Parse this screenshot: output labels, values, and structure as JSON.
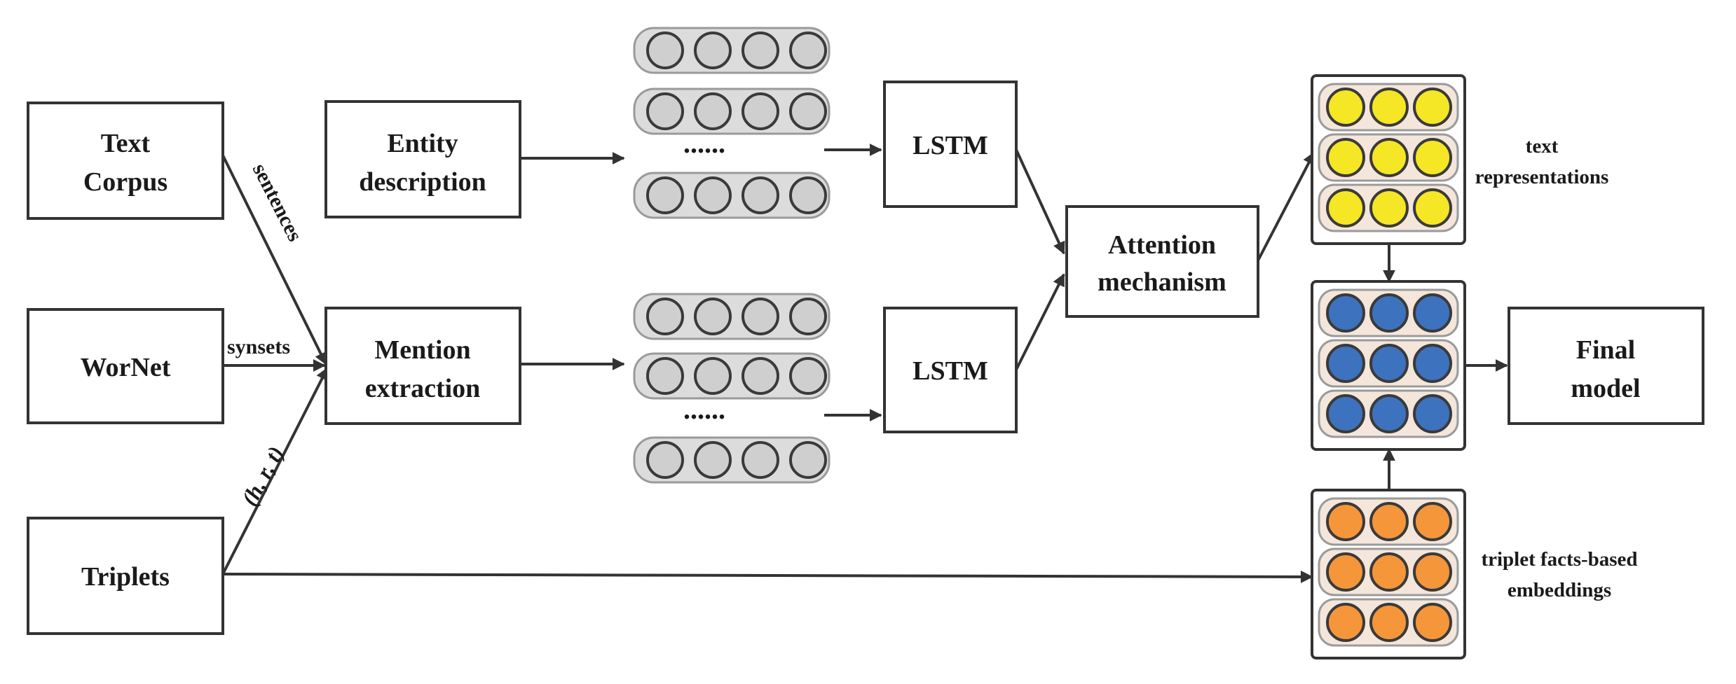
{
  "nodes": {
    "text_corpus": [
      "Text",
      "Corpus"
    ],
    "wornet": [
      "WorNet"
    ],
    "triplets": [
      "Triplets"
    ],
    "entity_description": [
      "Entity",
      "description"
    ],
    "mention_extraction": [
      "Mention",
      "extraction"
    ],
    "lstm_top": [
      "LSTM"
    ],
    "lstm_bottom": [
      "LSTM"
    ],
    "attention": [
      "Attention",
      "mechanism"
    ],
    "final_model": [
      "Final",
      "model"
    ]
  },
  "edge_labels": {
    "sentences": "sentences",
    "synsets": "synsets",
    "triplet_tuple": "(h, r, t)"
  },
  "ellipsis": "......",
  "side_labels": {
    "text_representations": [
      "text",
      "representations"
    ],
    "triplet_embeddings": [
      "triplet facts-based",
      "embeddings"
    ]
  },
  "colors": {
    "text_repr": "#f5e626",
    "combined": "#3d72be",
    "triplet_embed": "#f5963a",
    "sequence": "#cfcfcf"
  }
}
